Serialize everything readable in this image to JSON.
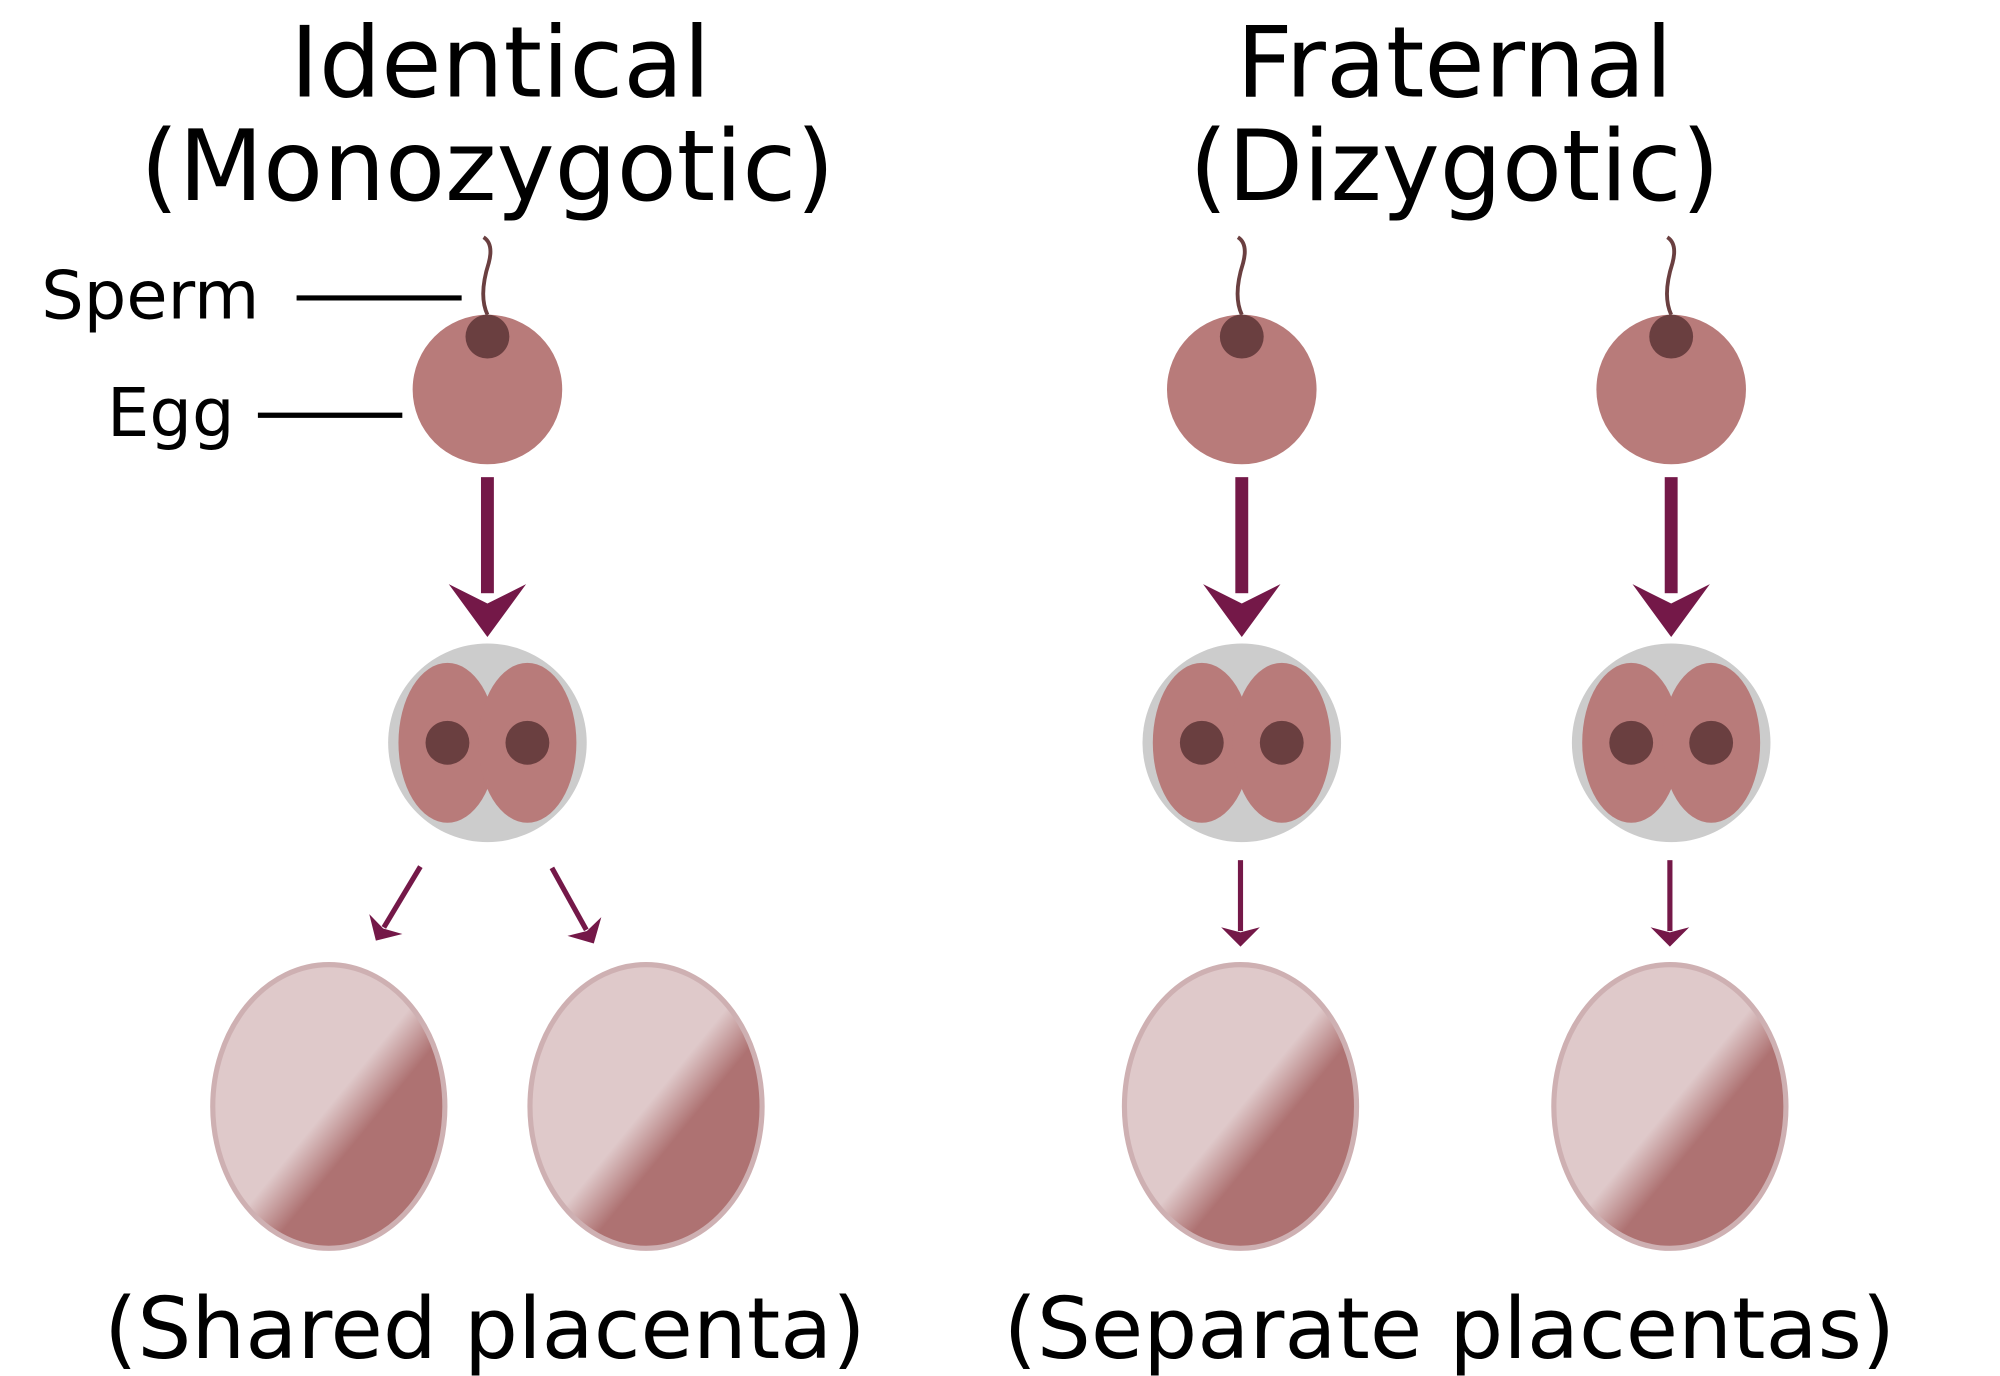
{
  "titles": {
    "identical_line1": "Identical",
    "identical_line2": "(Monozygotic)",
    "fraternal_line1": "Fraternal",
    "fraternal_line2": "(Dizygotic)"
  },
  "labels": {
    "sperm": "Sperm",
    "egg": "Egg"
  },
  "captions": {
    "identical": "(Shared placenta)",
    "fraternal": "(Separate placentas)"
  },
  "colors": {
    "egg": "#b87b7a",
    "nucleus": "#6a3f40",
    "arrow": "#741848",
    "cell_membrane": "#cccccc",
    "placenta_light": "#dfc9ca",
    "placenta_dark": "#ae7272",
    "placenta_border": "#ceb0b2"
  }
}
